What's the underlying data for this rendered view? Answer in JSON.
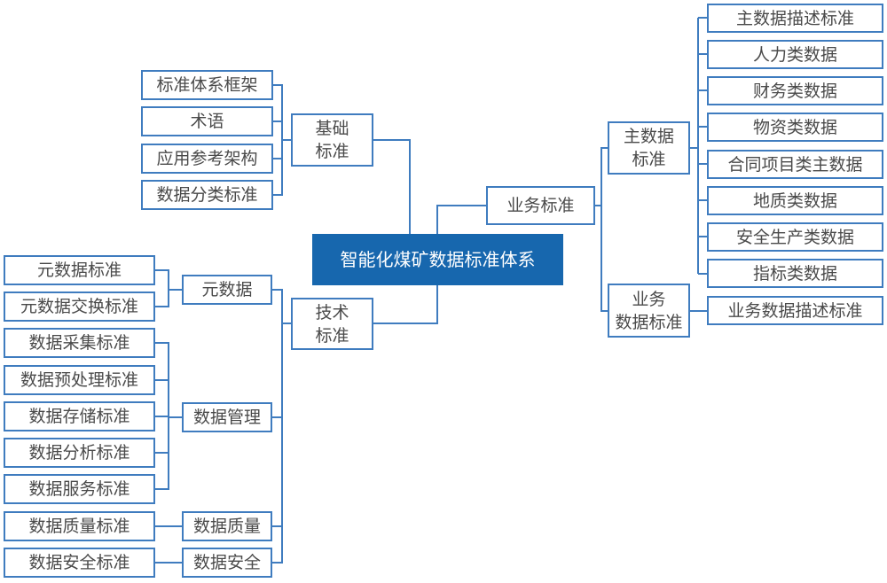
{
  "root": {
    "label": "智能化煤矿数据标准体系"
  },
  "colors": {
    "root_fill": "#1767ae",
    "border": "#3f7cbf",
    "text": "#4a4a4a"
  },
  "basic": {
    "label": "基础\n标准",
    "children": [
      "标准体系框架",
      "术语",
      "应用参考架构",
      "数据分类标准"
    ]
  },
  "tech": {
    "label": "技术\n标准",
    "groups": [
      {
        "label": "元数据",
        "children": [
          "元数据标准",
          "元数据交换标准"
        ]
      },
      {
        "label": "数据管理",
        "children": [
          "数据采集标准",
          "数据预处理标准",
          "数据存储标准",
          "数据分析标准",
          "数据服务标准"
        ]
      },
      {
        "label": "数据质量",
        "children": [
          "数据质量标准"
        ]
      },
      {
        "label": "数据安全",
        "children": [
          "数据安全标准"
        ]
      }
    ]
  },
  "business": {
    "label": "业务标准",
    "groups": [
      {
        "label": "主数据\n标准",
        "children": [
          "主数据描述标准",
          "人力类数据",
          "财务类数据",
          "物资类数据",
          "合同项目类主数据",
          "地质类数据",
          "安全生产类数据",
          "指标类数据"
        ]
      },
      {
        "label": "业务\n数据标准",
        "children": [
          "业务数据描述标准"
        ]
      }
    ]
  }
}
